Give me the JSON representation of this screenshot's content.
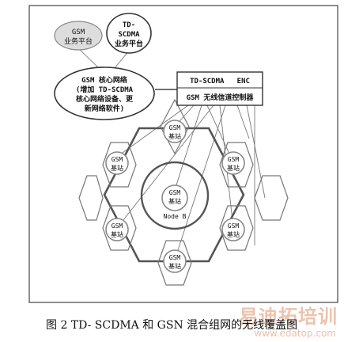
{
  "diagram": {
    "gsm_platform": {
      "line1": "GSM",
      "line2": "业务平台"
    },
    "tdscdma_platform": {
      "line1": "TD-",
      "line2": "SCDMA",
      "line3": "业务平台"
    },
    "core_network": {
      "line1": "GSM 核心网络",
      "line2": "(增加 TD-SCDMA",
      "line3": "核心网络设备、更",
      "line4": "新网络软件)"
    },
    "controller_box": {
      "title": "TD-SCDMA   ENC",
      "subtitle": "GSM 无线信道控制器"
    },
    "base_station": {
      "line1": "GSM",
      "line2": "基站"
    },
    "node_b_label": "Node B"
  },
  "caption": "图 2   TD- SCDMA 和 GSN 混合组网的无线覆盖图",
  "watermark": {
    "text": "易迪拓培训",
    "url": "www.edatop.com"
  }
}
